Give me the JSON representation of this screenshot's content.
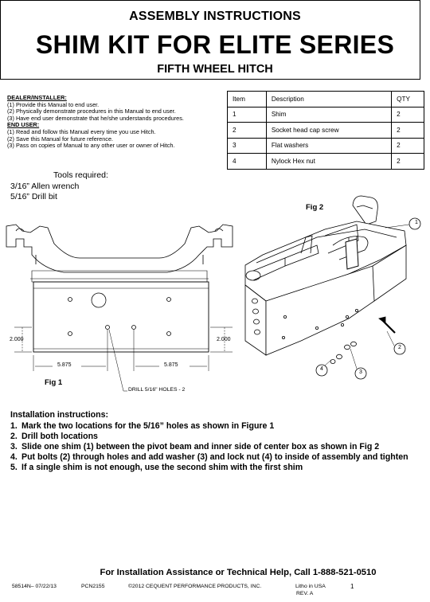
{
  "header": {
    "line1": "ASSEMBLY INSTRUCTIONS",
    "line2": "SHIM KIT FOR ELITE SERIES",
    "line3": "FIFTH WHEEL HITCH"
  },
  "dealer": {
    "heading": "DEALER/INSTALLER:",
    "items": [
      "(1) Provide this Manual to end user.",
      "(2) Physically demonstrate procedures in this Manual to end user.",
      "(3) Have end user demonstrate that he/she understands procedures."
    ]
  },
  "end_user": {
    "heading": "END USER:",
    "items": [
      "(1) Read and follow this Manual every time you use Hitch.",
      "(2) Save this Manual for future reference.",
      "(3) Pass on copies of Manual to any other user or owner of  Hitch."
    ]
  },
  "parts_table": {
    "headers": [
      "Item",
      "Description",
      "QTY"
    ],
    "rows": [
      [
        "1",
        "Shim",
        "2"
      ],
      [
        "2",
        "Socket head cap screw",
        "2"
      ],
      [
        "3",
        "Flat washers",
        "2"
      ],
      [
        "4",
        "Nylock Hex nut",
        "2"
      ]
    ]
  },
  "tools": {
    "heading": "Tools required:",
    "items": [
      "3/16” Allen wrench",
      "5/16” Drill bit"
    ]
  },
  "fig1": {
    "label": "Fig 1",
    "dim_left_height": "2.000",
    "dim_right_height": "2.000",
    "dim_left_width": "5.875",
    "dim_right_width": "5.875",
    "drill_note": "DRILL 5/16\" HOLES - 2"
  },
  "fig2": {
    "label": "Fig 2",
    "callouts": [
      "1",
      "2",
      "3",
      "4"
    ]
  },
  "instructions": {
    "heading": "Installation instructions:",
    "steps": [
      {
        "num": "1.",
        "text": "Mark the two locations for the 5/16” holes as shown in Figure 1"
      },
      {
        "num": "2.",
        "text": "Drill both locations"
      },
      {
        "num": "3.",
        "text": "Slide one shim (1) between the pivot beam and inner side of center box as shown in Fig 2"
      },
      {
        "num": "4.",
        "text": "Put bolts (2) through holes and add washer (3) and lock nut (4) to inside of assembly and tighten"
      },
      {
        "num": "5.",
        "text": "If a single shim is not enough, use the second shim with the first shim"
      }
    ]
  },
  "footer": {
    "help": "For Installation Assistance or Technical Help, Call 1-888-521-0510",
    "part_no": "58514N– 07/22/13",
    "pcn": "PCN2155",
    "copyright": "©2012 CEQUENT PERFORMANCE PRODUCTS, INC.",
    "litho": "Litho in USA",
    "rev": "REV. A",
    "page": "1"
  }
}
